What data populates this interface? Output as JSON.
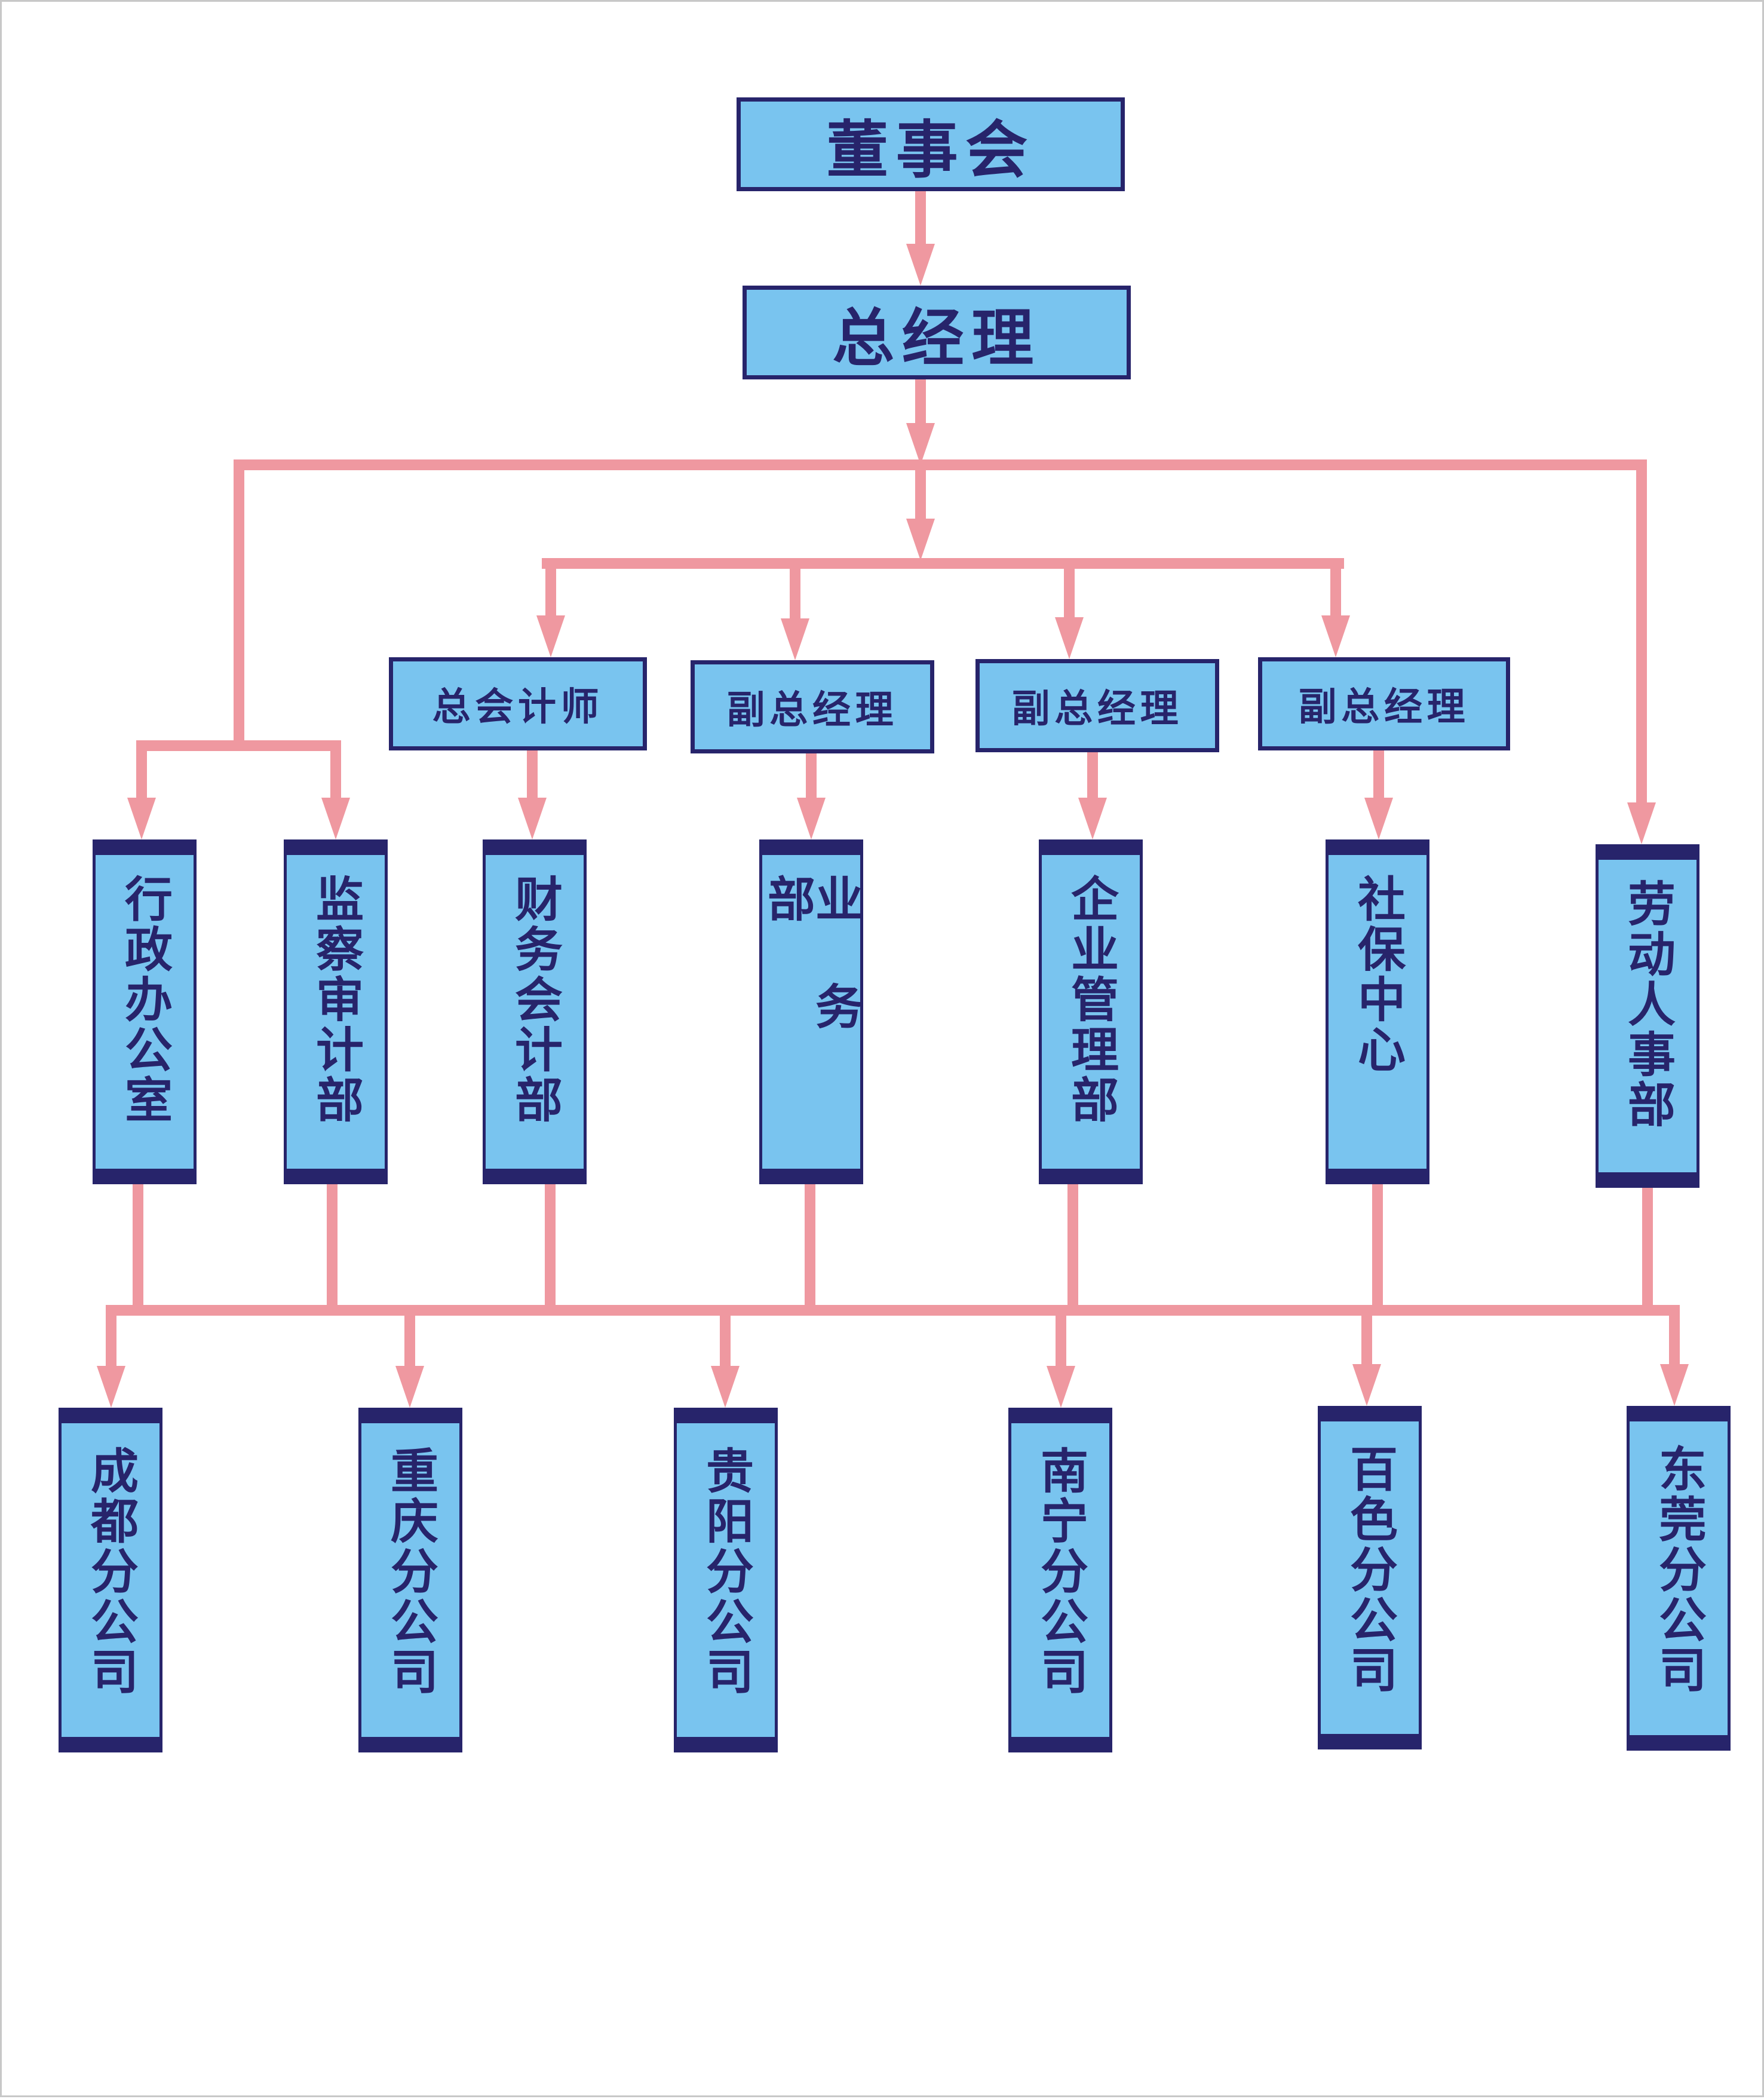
{
  "colors": {
    "connector": "#ef98a0",
    "box_fill": "#79c4ef",
    "box_border": "#27246b",
    "text": "#27246b"
  },
  "board": "董事会",
  "general_manager": "总经理",
  "deputies": [
    "总会计师",
    "副总经理",
    "副总经理",
    "副总经理"
  ],
  "departments": [
    "行政办公室",
    "监察审计部",
    "财务会计部",
    "业务部",
    "企业管理部",
    "社保中心",
    "劳动人事部"
  ],
  "branches": [
    "成都分公司",
    "重庆分公司",
    "贵阳分公司",
    "南宁分公司",
    "百色分公司",
    "东莞分公司"
  ]
}
